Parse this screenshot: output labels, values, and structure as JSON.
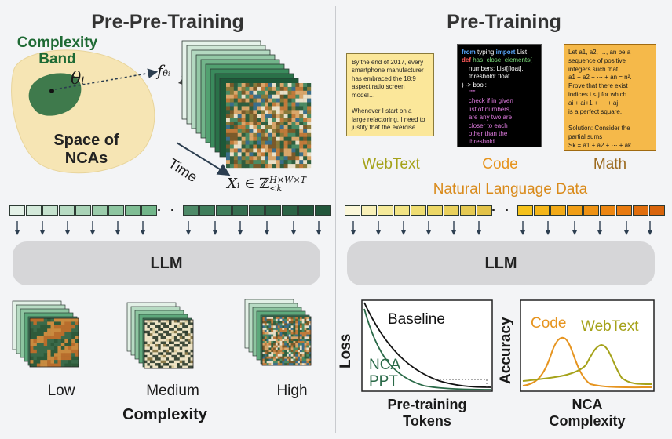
{
  "left": {
    "title": "Pre-Pre-Training",
    "complexity_band": "Complexity\nBand",
    "theta": "θi",
    "space_label": "Space of\nNCAs",
    "f_label": "fθi",
    "time_label": "Time",
    "x_label": "Xi ∈ ℤ<k H×W×T",
    "llm": "LLM",
    "levels": [
      "Low",
      "Medium",
      "High"
    ],
    "axis_label": "Complexity",
    "token_dots": "· · ·"
  },
  "right": {
    "title": "Pre-Training",
    "webtext_card": "By the end of 2017, every\nsmartphone manufacturer\nhas embraced the 18:9\naspect ratio screen\nmodel…\n\nWhenever I start on a\nlarge refactoring, I need to\njustify that the exercise…",
    "code_card": {
      "kw_from": "from",
      "line1": " typing ",
      "kw_import": "import",
      "line1b": " List",
      "kw_def": "def",
      "fn": " has_close_elements(",
      "rest": "    numbers: List[float],\n    threshold: float\n) -> bool:",
      "doc_open": "    \"\"\"",
      "doc": "    check if in given\n    list of numbers,\n    are any two are\n    closer to each\n    other than the\n    threshold",
      "doc_close": "    \"\"\"\n    ..."
    },
    "math_card": "Let a1, a2, …, an be a\nsequence of positive\nintegers such that\na1 + a2 + ⋯ + an = n².\nProve that there exist\nindices i < j for which\nai + ai+1 + ⋯ + aj\nis a perfect square.\n\nSolution: Consider the\npartial sums\nSk = a1 + a2 + ⋯ + ak",
    "card_labels": [
      "WebText",
      "Code",
      "Math"
    ],
    "nl_label": "Natural Language Data",
    "llm": "LLM",
    "token_dots": "· · ·"
  },
  "loss_plot": {
    "ylabel": "Loss",
    "xlabel": "Pre-training\nTokens",
    "series_labels": [
      "Baseline",
      "NCA\nPPT"
    ]
  },
  "acc_plot": {
    "ylabel": "Accuracy",
    "xlabel": "NCA\nComplexity",
    "series_labels": [
      "Code",
      "WebText"
    ]
  },
  "colors": {
    "dark_green": "#1f6b3a",
    "webtext_olive": "#a5a21a",
    "code_orange": "#e6941f",
    "math_brown": "#9c6a1f",
    "card_yellow": "#fbe79a",
    "math_card": "#f5b94a"
  }
}
